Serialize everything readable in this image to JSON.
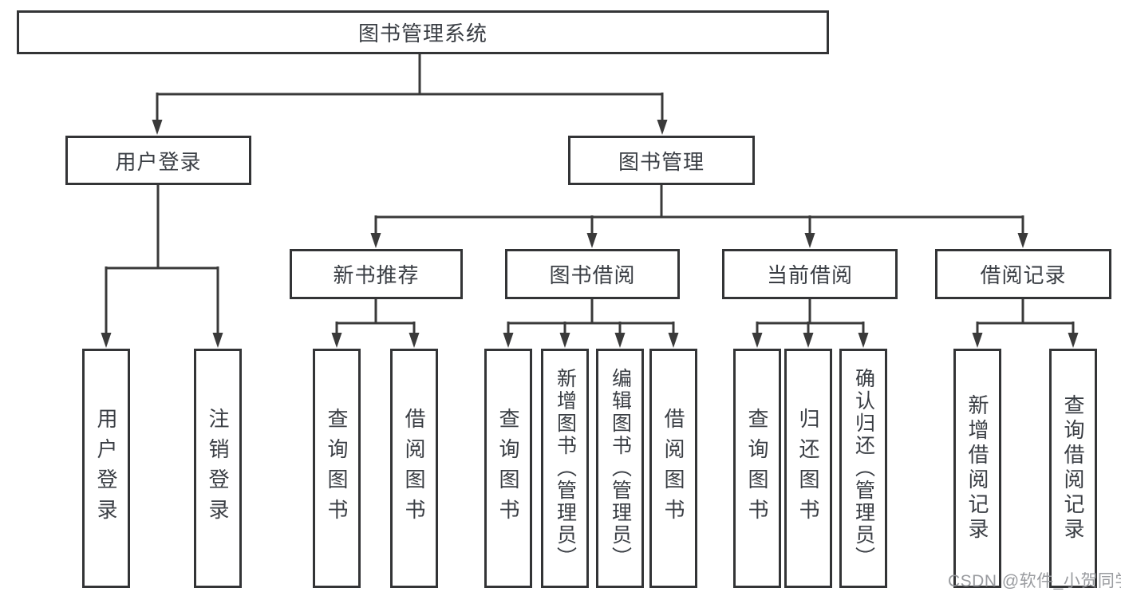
{
  "tree": {
    "label": "图书管理系统",
    "children": [
      {
        "label": "用户登录",
        "children": [
          {
            "label": "用户登录"
          },
          {
            "label": "注销登录"
          }
        ]
      },
      {
        "label": "图书管理",
        "children": [
          {
            "label": "新书推荐",
            "children": [
              {
                "label": "查询图书"
              },
              {
                "label": "借阅图书"
              }
            ]
          },
          {
            "label": "图书借阅",
            "children": [
              {
                "label": "查询图书"
              },
              {
                "label": "新增图书（管理员）"
              },
              {
                "label": "编辑图书（管理员）"
              },
              {
                "label": "借阅图书"
              }
            ]
          },
          {
            "label": "当前借阅",
            "children": [
              {
                "label": "查询图书"
              },
              {
                "label": "归还图书"
              },
              {
                "label": "确认归还（管理员）"
              }
            ]
          },
          {
            "label": "借阅记录",
            "children": [
              {
                "label": "新增借阅记录"
              },
              {
                "label": "查询借阅记录"
              }
            ]
          }
        ]
      }
    ]
  },
  "watermark": "CSDN @软件_小贺同学",
  "colors": {
    "line": "#3a3a3a",
    "border": "#333436",
    "text": "#3a3e44",
    "watermark": "#94969a"
  }
}
